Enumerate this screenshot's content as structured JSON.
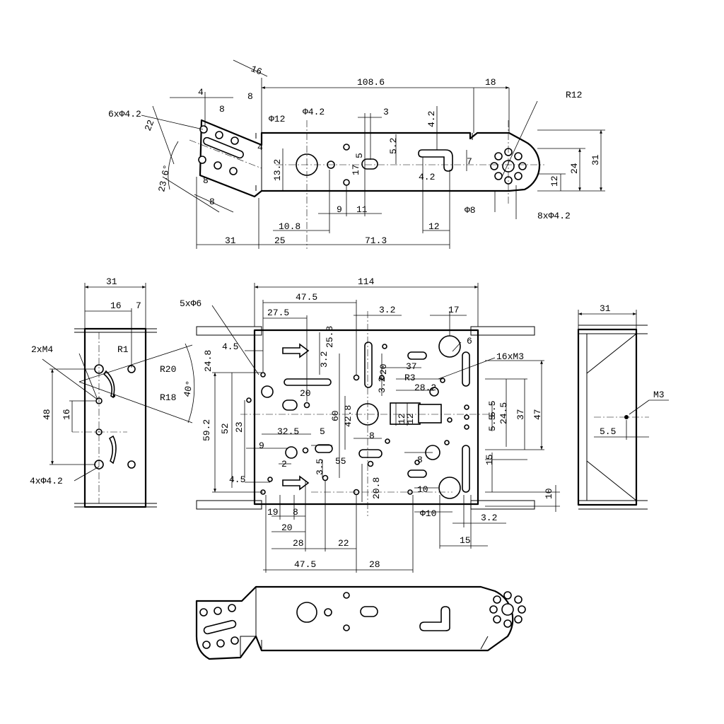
{
  "top_view": {
    "labels": {
      "holes_6x": "6xΦ4.2",
      "d12": "Φ12",
      "d42": "Φ4.2",
      "d8": "Φ8",
      "holes_8x": "8xΦ4.2",
      "r12": "R12",
      "angle": "23.6°"
    },
    "dims": {
      "w16": "16",
      "w4": "4",
      "w8a": "8",
      "w8b": "8",
      "h22": "22",
      "w4b": "4",
      "l108": "108.6",
      "w18": "18",
      "w3": "3",
      "h42a": "4.2",
      "h52": "5.2",
      "h17": "17",
      "h5": "5",
      "h7": "7",
      "h42b": "4.2",
      "h132": "13.2",
      "h24": "24",
      "h12": "12",
      "h31": "31",
      "b8a": "8",
      "b8b": "8",
      "w9": "9",
      "w11": "11",
      "w108": "10.8",
      "w12": "12",
      "w31": "31",
      "w25": "25",
      "w713": "71.3"
    }
  },
  "side_view": {
    "labels": {
      "m4": "2xM4",
      "r1": "R1",
      "r20": "R20",
      "r18": "R18",
      "angle": "40°",
      "holes_4x": "4xΦ4.2"
    },
    "dims": {
      "w31": "31",
      "w16": "16",
      "w7": "7",
      "h48": "48",
      "h16": "16"
    }
  },
  "main_view": {
    "labels": {
      "holes_5x": "5xΦ6",
      "m3": "16xM3",
      "r3": "R3",
      "d10": "Φ10"
    },
    "dims": {
      "l114": "114",
      "l475": "47.5",
      "l275": "27.5",
      "w32": "3.2",
      "w17": "17",
      "v258": "25.8",
      "v32": "3.2",
      "v248": "24.8",
      "w45": "4.5",
      "w6": "6",
      "v20": "20",
      "w37": "37",
      "w282": "28.2",
      "v32b": "3.2",
      "w20": "20",
      "v592": "59.2",
      "v52": "52",
      "v23": "23",
      "v60": "60",
      "v428": "42.8",
      "w8": "8",
      "w12a": "12",
      "w12b": "12",
      "v55": "5.5",
      "v245": "24.5",
      "v37": "37",
      "v47": "47",
      "v55b": "5.5",
      "w325": "32.5",
      "w5": "5",
      "w9": "9",
      "w2": "2",
      "v35": "3.5",
      "v55c": "55",
      "w8b": "8",
      "v15": "15",
      "w45b": "4.5",
      "v208": "20.8",
      "w10": "10",
      "v10": "10",
      "w19": "19",
      "w8c": "8",
      "w20b": "20",
      "w28": "28",
      "w22": "22",
      "w32b": "3.2",
      "w15": "15",
      "b475": "47.5",
      "b28": "28"
    }
  },
  "end_view": {
    "labels": {
      "m3": "M3"
    },
    "dims": {
      "w31": "31",
      "w55": "5.5"
    }
  }
}
